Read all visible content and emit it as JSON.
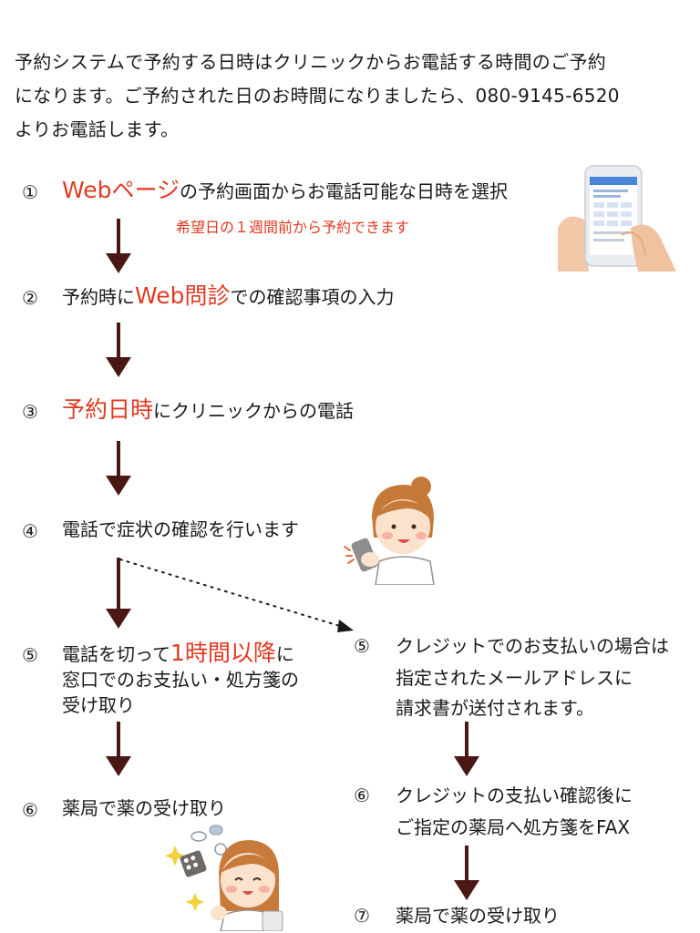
{
  "intro": {
    "line1": "予約システムで予約する日時はクリニックからお電話する時間のご予約",
    "line2": "になります。ご予約された日のお時間になりましたら、080-9145-6520",
    "line3": "よりお電話します。"
  },
  "steps": {
    "s1": {
      "num": "①",
      "red": "Webページ",
      "rest": "の予約画面からお電話可能な日時を選択",
      "note": "希望日の１週間前から予約できます"
    },
    "s2": {
      "num": "②",
      "pre": "予約時に",
      "red": "Web問診",
      "rest": "での確認事項の入力"
    },
    "s3": {
      "num": "③",
      "red": "予約日時",
      "rest": "にクリニックからの電話"
    },
    "s4": {
      "num": "④",
      "text": "電話で症状の確認を行います"
    },
    "s5_left": {
      "num": "⑤",
      "pre": "電話を切って",
      "red": "1時間以降",
      "post": "に",
      "line2": "窓口でのお支払い・処方箋の",
      "line3": "受け取り"
    },
    "s6_left": {
      "num": "⑥",
      "text": "薬局で薬の受け取り"
    },
    "s5_right": {
      "num": "⑤",
      "line1": "クレジットでのお支払いの場合は",
      "line2": "指定されたメールアドレスに",
      "line3": "請求書が送付されます。"
    },
    "s6_right": {
      "num": "⑥",
      "line1": "クレジットの支払い確認後に",
      "line2": "ご指定の薬局へ処方箋をFAX"
    },
    "s7_right": {
      "num": "⑦",
      "text": "薬局で薬の受け取り"
    }
  },
  "colors": {
    "accent": "#e03a22",
    "arrow": "#4a1814",
    "text": "#1a1a1a"
  },
  "icons": {
    "phone": "smartphone-in-hand-icon",
    "nurse_phone": "nurse-on-phone-illustration",
    "nurse_medicine": "nurse-with-medicine-illustration",
    "arrow": "down-arrow-icon"
  }
}
